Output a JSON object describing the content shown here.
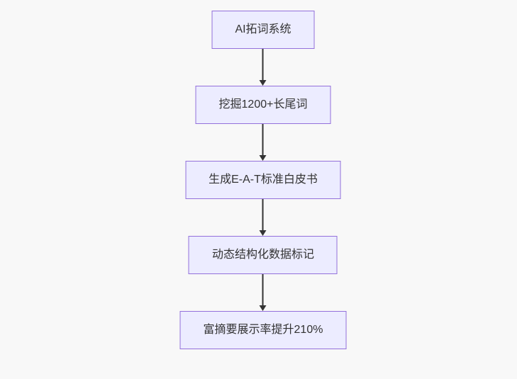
{
  "diagram": {
    "type": "flowchart",
    "direction": "top-down",
    "nodes": [
      {
        "id": "step-1",
        "label": "AI拓词系统"
      },
      {
        "id": "step-2",
        "label": "挖掘1200+长尾词"
      },
      {
        "id": "step-3",
        "label": "生成E-A-T标准白皮书"
      },
      {
        "id": "step-4",
        "label": "动态结构化数据标记"
      },
      {
        "id": "step-5",
        "label": "富摘要展示率提升210%"
      }
    ],
    "edges": [
      {
        "from": "step-1",
        "to": "step-2"
      },
      {
        "from": "step-2",
        "to": "step-3"
      },
      {
        "from": "step-3",
        "to": "step-4"
      },
      {
        "from": "step-4",
        "to": "step-5"
      }
    ],
    "theme": {
      "node_fill": "#ECECFF",
      "node_border": "#9370DB",
      "text_color": "#333333",
      "arrow_color": "#333333",
      "background": "#F8F8F8"
    }
  }
}
